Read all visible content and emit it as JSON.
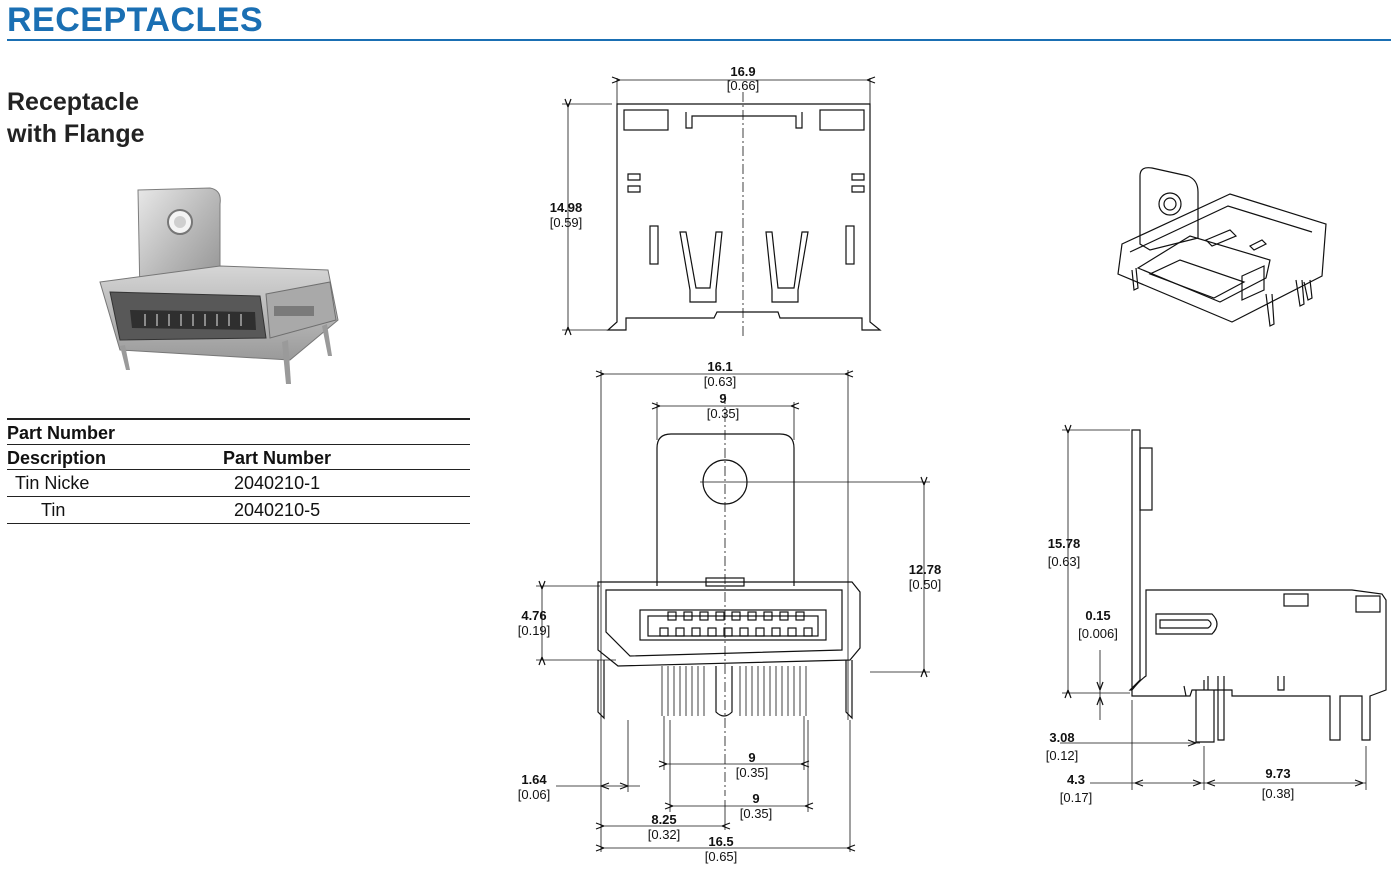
{
  "header": {
    "title": "RECEPTACLES"
  },
  "section": {
    "title_line1": "Receptacle",
    "title_line2": "with Flange"
  },
  "table": {
    "group_header": "Part Number",
    "col_description": "Description",
    "col_part_number": "Part Number",
    "rows": [
      {
        "description": "Tin Nicke",
        "part_number": "2040210-1"
      },
      {
        "description": "Tin",
        "part_number": "2040210-5"
      }
    ]
  },
  "dimensions": {
    "top_width": {
      "value": "16.9",
      "inch": "[0.66]"
    },
    "top_height": {
      "value": "14.98",
      "inch": "[0.59]"
    },
    "front_width": {
      "value": "16.1",
      "inch": "[0.63]"
    },
    "flange_width": {
      "value": "9",
      "inch": "[0.35]"
    },
    "flange_height": {
      "value": "12.78",
      "inch": "[0.50]"
    },
    "body_height": {
      "value": "4.76",
      "inch": "[0.19]"
    },
    "pin_span_a": {
      "value": "9",
      "inch": "[0.35]"
    },
    "pin_span_b": {
      "value": "9",
      "inch": "[0.35]"
    },
    "leg_offset": {
      "value": "1.64",
      "inch": "[0.06]"
    },
    "half_span": {
      "value": "8.25",
      "inch": "[0.32]"
    },
    "overall_width": {
      "value": "16.5",
      "inch": "[0.65]"
    },
    "side_height": {
      "value": "15.78",
      "inch": "[0.63]"
    },
    "standoff": {
      "value": "0.15",
      "inch": "[0.006]"
    },
    "pin_depth": {
      "value": "3.08",
      "inch": "[0.12]"
    },
    "pin_offset": {
      "value": "4.3",
      "inch": "[0.17]"
    },
    "side_depth": {
      "value": "9.73",
      "inch": "[0.38]"
    }
  }
}
